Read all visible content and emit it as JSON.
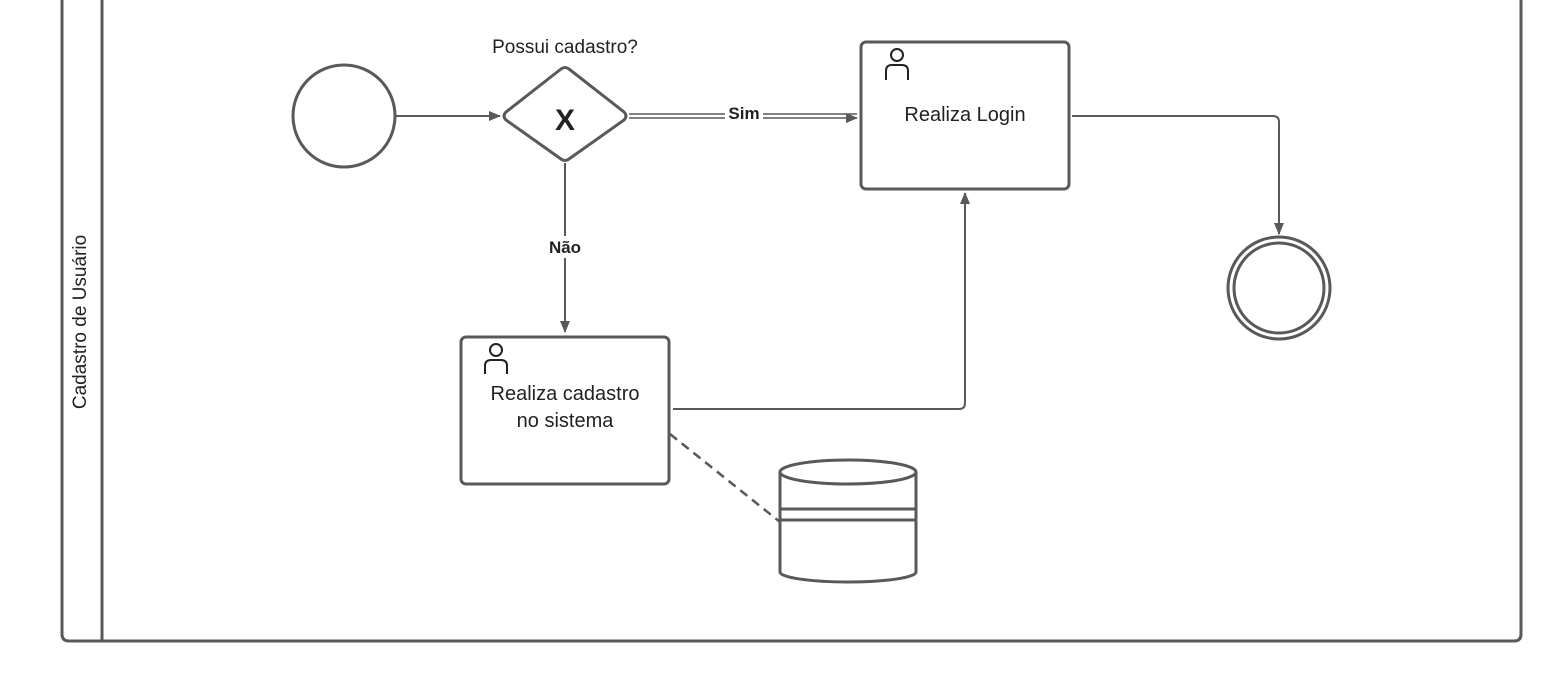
{
  "colors": {
    "stroke": "#595959",
    "text": "#222222",
    "background": "#ffffff"
  },
  "pool": {
    "lane_label": "Cadastro de Usuário"
  },
  "gateway": {
    "question": "Possui cadastro?",
    "symbol": "X"
  },
  "flows": {
    "yes_label": "Sim",
    "no_label": "Não"
  },
  "tasks": {
    "login": {
      "label": "Realiza Login",
      "icon": "user-icon"
    },
    "register": {
      "label_line1": "Realiza cadastro",
      "label_line2": "no sistema",
      "icon": "user-icon"
    }
  },
  "events": {
    "start": "start-event",
    "end": "end-event"
  },
  "data_store": {
    "icon": "database-icon"
  }
}
